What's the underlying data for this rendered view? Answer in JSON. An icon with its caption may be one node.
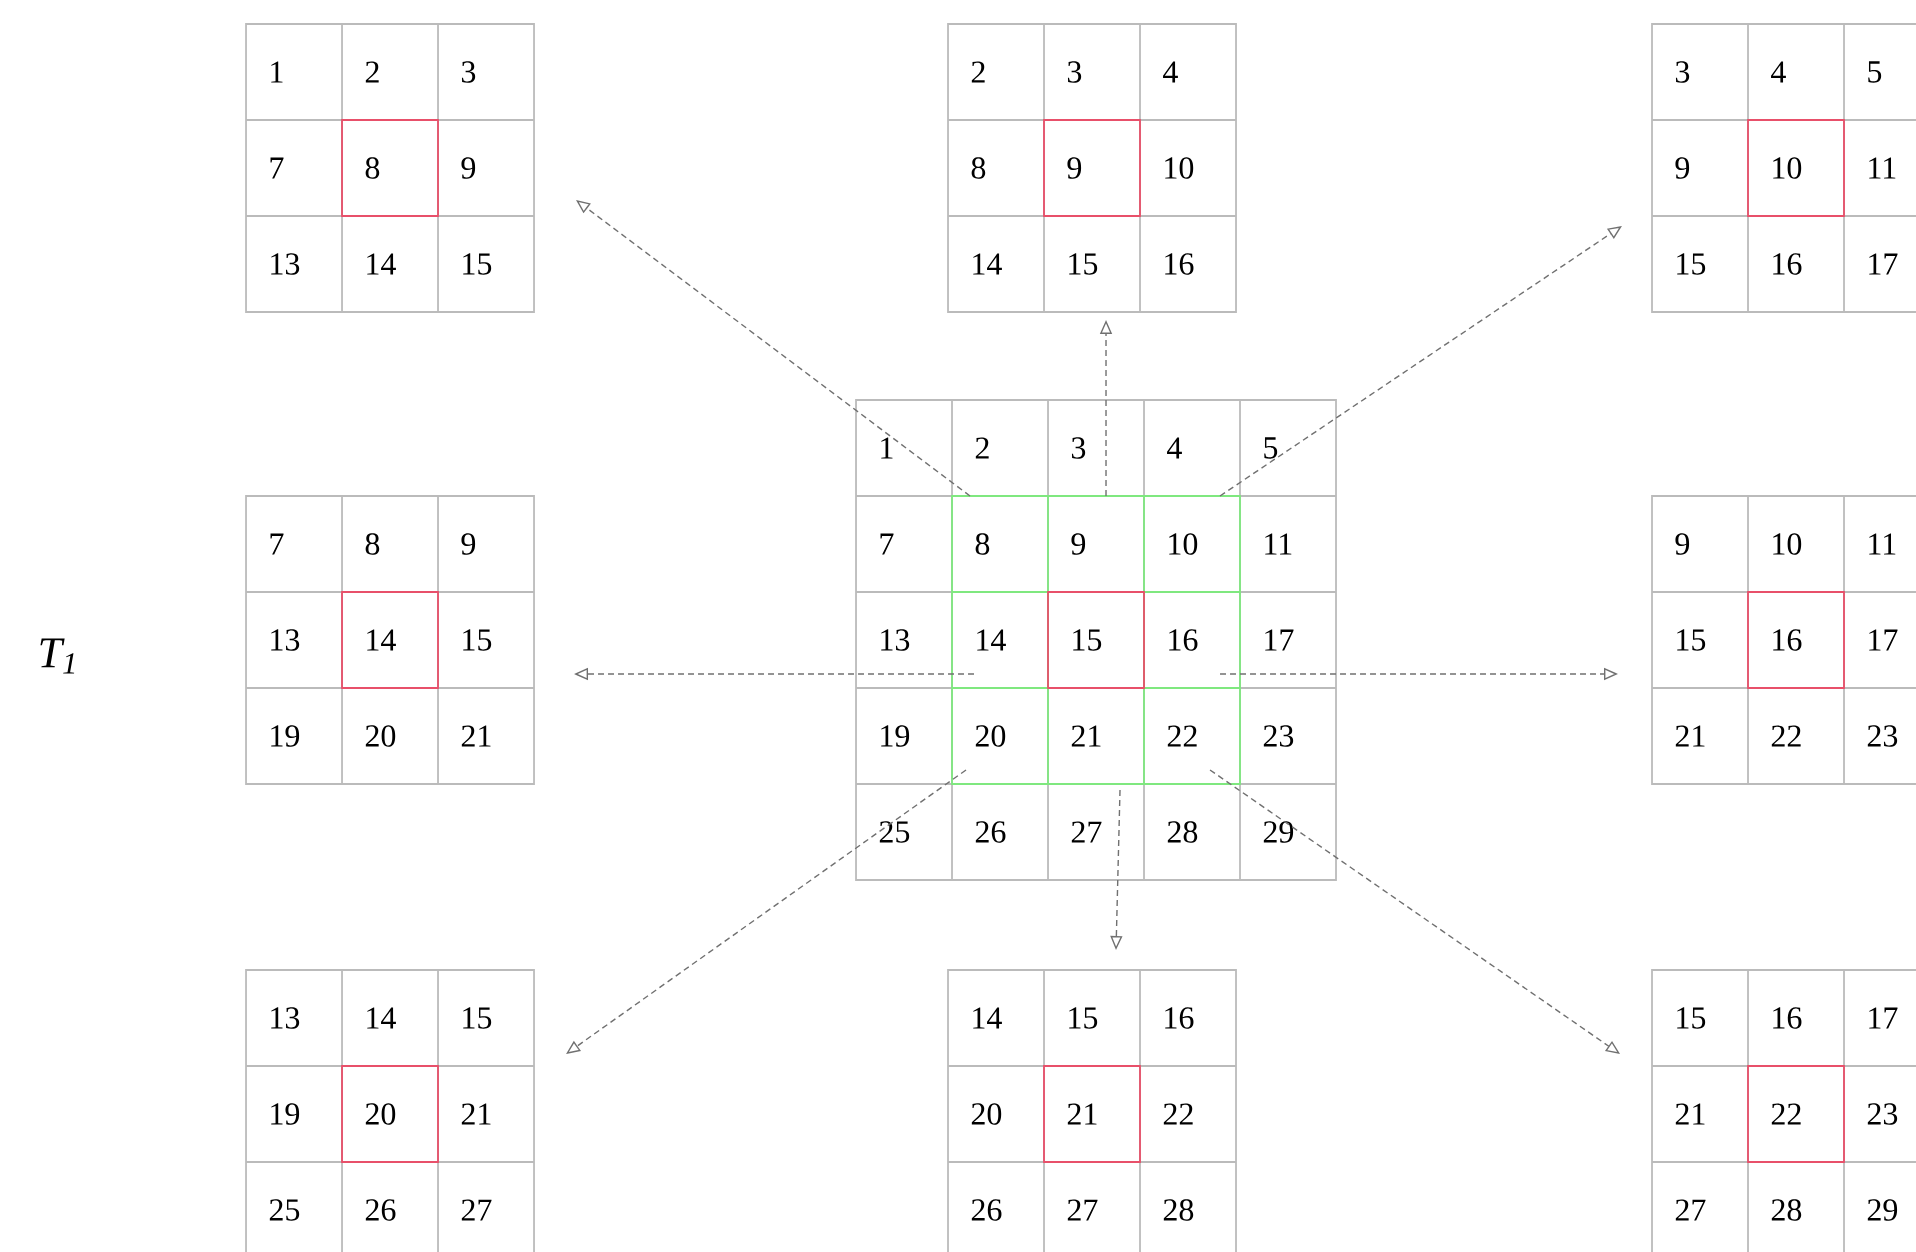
{
  "diagram": {
    "nodes": [
      {
        "text": [
          "1",
          "2",
          "3",
          "7",
          "8",
          "9",
          "13",
          "14",
          "15"
        ]
      },
      {
        "text": [
          "2",
          "3",
          "4",
          "8",
          "9",
          "10",
          "14",
          "15",
          "16"
        ]
      },
      {
        "text": [
          "3",
          "4",
          "5",
          "9",
          "10",
          "11",
          "15",
          "16",
          "17"
        ]
      },
      {
        "text": [
          "7",
          "8",
          "9",
          "13",
          "14",
          "15",
          "19",
          "20",
          "21"
        ]
      },
      {
        "text": [
          "1",
          "2",
          "3",
          "4",
          "5",
          "7",
          "11",
          "13",
          "17",
          "19",
          "23",
          "25",
          "26",
          "27",
          "28",
          "29"
        ]
      },
      {
        "text": [
          "8",
          "9",
          "10",
          "14",
          "15",
          "16",
          "20",
          "21",
          "22"
        ],
        "in": 4
      },
      {
        "text": [
          "9",
          "10",
          "11",
          "15",
          "16",
          "17",
          "21",
          "22",
          "23"
        ]
      },
      {
        "text": [
          "13",
          "14",
          "15",
          "19",
          "20",
          "21",
          "25",
          "26",
          "27"
        ]
      },
      {
        "text": [
          "14",
          "15",
          "16",
          "20",
          "21",
          "22",
          "26",
          "27",
          "28"
        ]
      },
      {
        "text": [
          "15",
          "16",
          "17",
          "21",
          "22",
          "23",
          "27",
          "28",
          "29"
        ]
      }
    ],
    "edges": [
      {
        "from": 5,
        "to": 0,
        "arrow": "to",
        "style": "dashed"
      },
      {
        "from": 5,
        "to": 1,
        "arrow": "to",
        "style": "dashed"
      },
      {
        "from": 5,
        "to": 2,
        "arrow": "to",
        "style": "dashed"
      },
      {
        "from": 5,
        "to": 3,
        "arrow": "to",
        "style": "dashed"
      },
      {
        "from": 5,
        "to": 6,
        "arrow": "to",
        "style": "dashed"
      },
      {
        "from": 5,
        "to": 7,
        "arrow": "to",
        "style": "dashed"
      },
      {
        "from": 5,
        "to": 8,
        "arrow": "to",
        "style": "dashed"
      },
      {
        "from": 5,
        "to": 9,
        "arrow": "to",
        "style": "dashed"
      }
    ],
    "labels": [
      "T$_{1}$"
    ]
  }
}
